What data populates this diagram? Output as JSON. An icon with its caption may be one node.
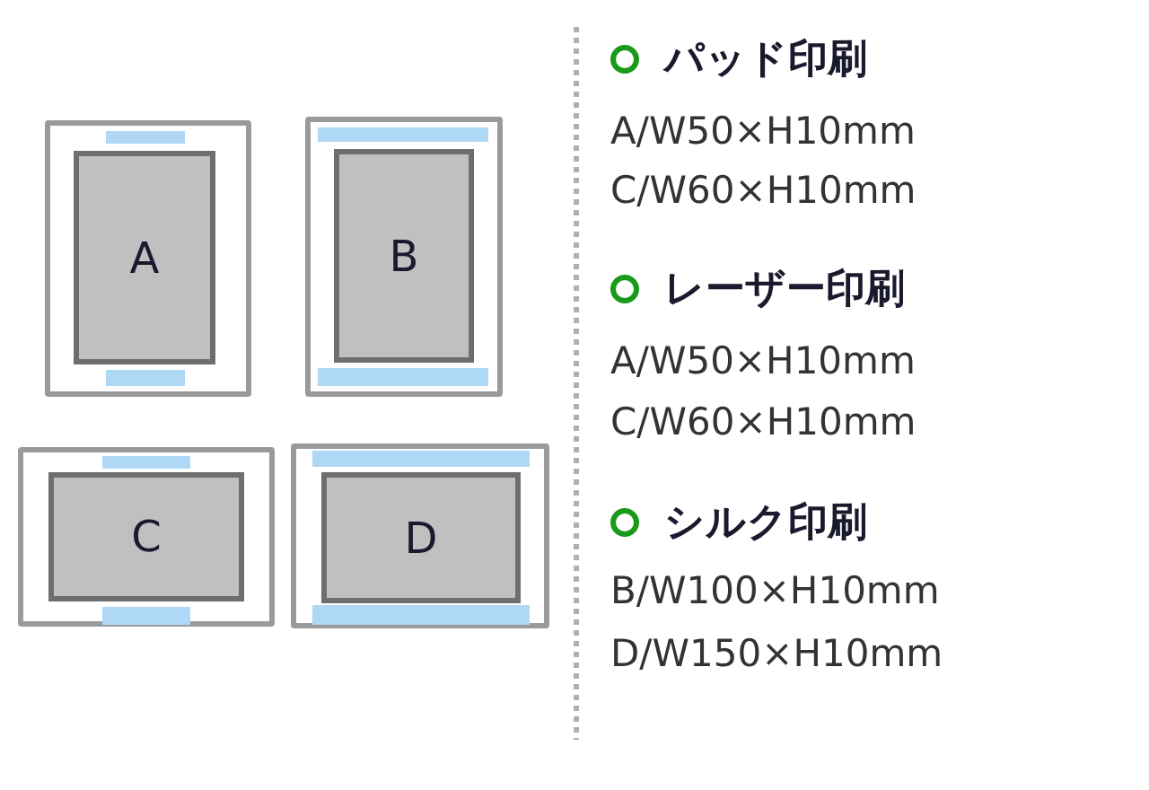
{
  "diagram": {
    "nodes": [
      {
        "text": [],
        "shape": "box"
      },
      {
        "text": [],
        "shape": "bar",
        "in": 0
      },
      {
        "text": [
          "A"
        ],
        "in": 0
      },
      {
        "text": [],
        "shape": "bar",
        "in": 0
      },
      {
        "text": [],
        "shape": "box"
      },
      {
        "text": [],
        "shape": "bar",
        "in": 4
      },
      {
        "text": [
          "B"
        ],
        "in": 4
      },
      {
        "text": [],
        "shape": "bar",
        "in": 4
      },
      {
        "text": [],
        "shape": "box"
      },
      {
        "text": [],
        "shape": "bar",
        "in": 8
      },
      {
        "text": [
          "C"
        ],
        "in": 8
      },
      {
        "text": [],
        "shape": "bar",
        "in": 8
      },
      {
        "text": [],
        "shape": "box"
      },
      {
        "text": [],
        "shape": "bar",
        "in": 12
      },
      {
        "text": [
          "D"
        ],
        "in": 12
      },
      {
        "text": [],
        "shape": "bar",
        "in": 12
      }
    ],
    "edges": [],
    "labels": [
      "パッド印刷",
      "A/W50×H10mm",
      "C/W60×H10mm",
      "レーザー印刷",
      "A/W50×H10mm",
      "C/W60×H10mm",
      "シルク印刷",
      "B/W100×H10mm",
      "D/W150×H10mm"
    ]
  }
}
